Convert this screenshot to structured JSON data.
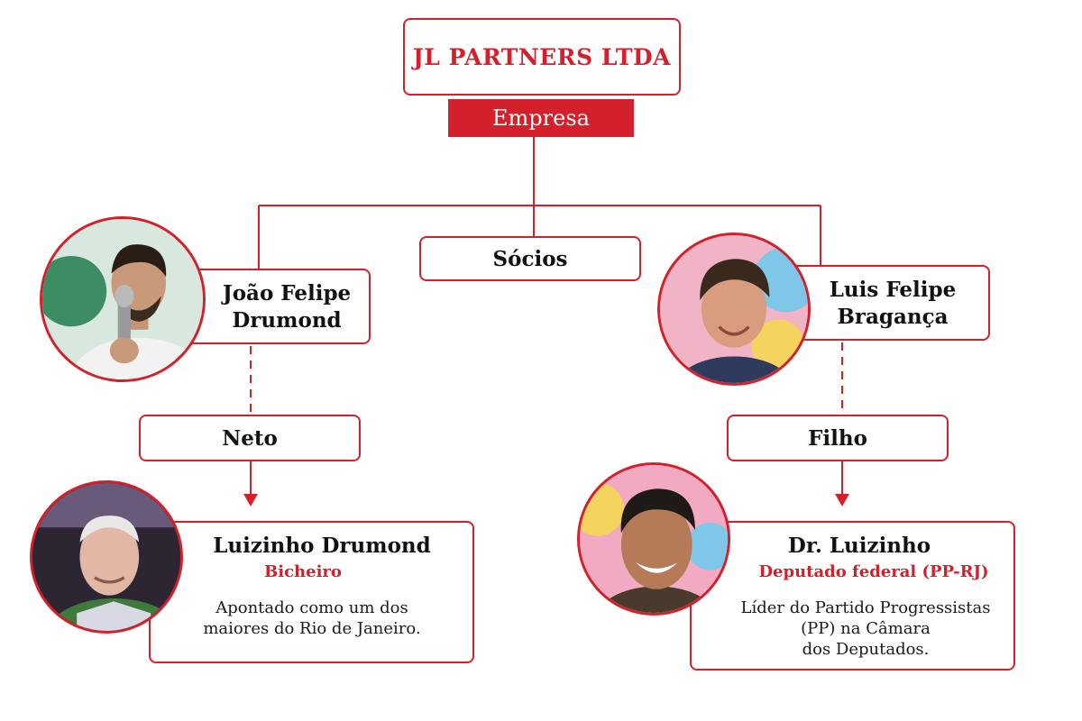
{
  "company": {
    "name": "JL PARTNERS LTDA",
    "tag": "Empresa"
  },
  "relation_socios": "Sócios",
  "partner_left": {
    "name_line1": "João Felipe",
    "name_line2": "Drumond"
  },
  "partner_right": {
    "name_line1": "Luis Felipe",
    "name_line2": "Bragança"
  },
  "relation_left": "Neto",
  "relation_right": "Filho",
  "person_left": {
    "name": "Luizinho Drumond",
    "role": "Bicheiro",
    "desc_line1": "Apontado como um dos",
    "desc_line2": "maiores do Rio de Janeiro."
  },
  "person_right": {
    "name": "Dr. Luizinho",
    "role": "Deputado federal (PP-RJ)",
    "desc_line1": "Líder do Partido Progressistas",
    "desc_line2": "(PP) na Câmara",
    "desc_line3": "dos Deputados."
  },
  "colors": {
    "accent": "#d4202a",
    "text": "#111111",
    "background": "#ffffff"
  }
}
